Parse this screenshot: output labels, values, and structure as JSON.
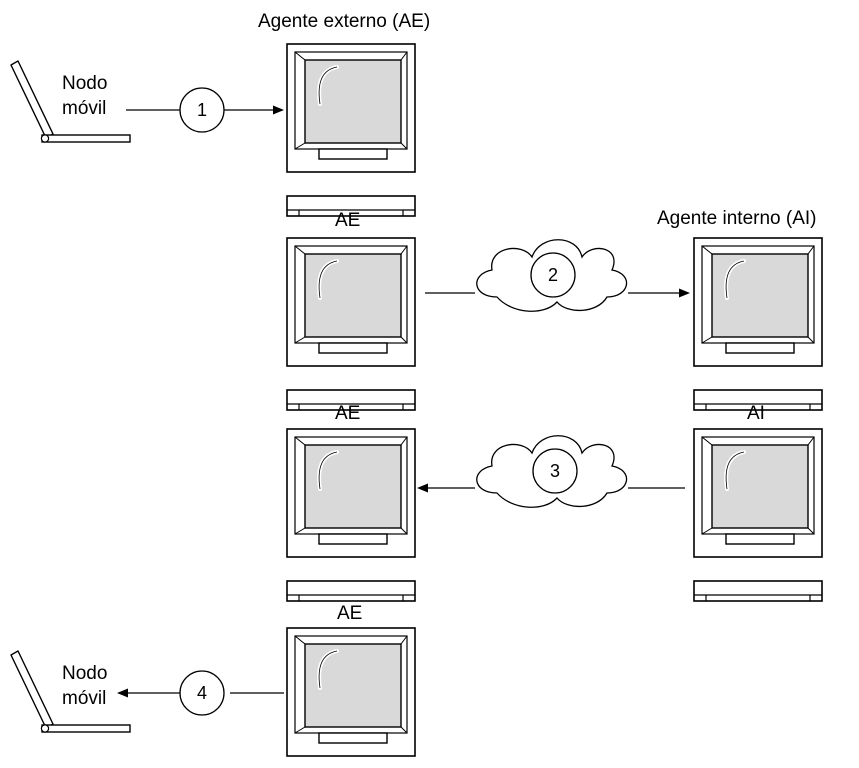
{
  "labels": {
    "top_ae": "Agente externo (AE)",
    "ae": "AE",
    "ai_full": "Agente interno (AI)",
    "ai": "AI",
    "node_line1": "Nodo",
    "node_line2": "móvil"
  },
  "steps": [
    "1",
    "2",
    "3",
    "4"
  ],
  "colors": {
    "line": "#000000",
    "screen": "#d9d9d9",
    "bezel": "#ffffff",
    "background": "#ffffff"
  },
  "icons": [
    "laptop-icon",
    "monitor-icon",
    "cloud-icon",
    "arrow-icon"
  ]
}
